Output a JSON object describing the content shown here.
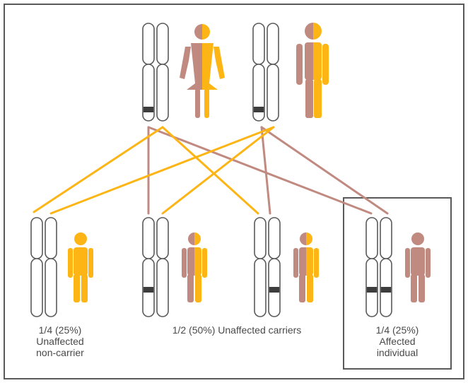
{
  "colors": {
    "unaffected": "#FDB515",
    "affected": "#C08A80",
    "chromosome_band": "#3d3d3d",
    "outline": "#5a5a5a",
    "frame": "#595959"
  },
  "parents": [
    {
      "role": "mother",
      "figure": "female",
      "fill": "half",
      "chromosome_bands": [
        "left"
      ]
    },
    {
      "role": "father",
      "figure": "male",
      "fill": "half",
      "chromosome_bands": [
        "left"
      ]
    }
  ],
  "offspring": [
    {
      "figure": "child",
      "fill": "unaffected",
      "chromosome_bands": []
    },
    {
      "figure": "child",
      "fill": "half",
      "chromosome_bands": [
        "left"
      ]
    },
    {
      "figure": "child",
      "fill": "half",
      "chromosome_bands": [
        "right"
      ]
    },
    {
      "figure": "child",
      "fill": "affected",
      "chromosome_bands": [
        "left",
        "right"
      ]
    }
  ],
  "labels": {
    "non_carrier": {
      "line1": "1/4 (25%)",
      "line2": "Unaffected",
      "line3": "non-carrier"
    },
    "carriers": {
      "line1": "1/2 (50%) Unaffected carriers"
    },
    "affected": {
      "line1": "1/4 (25%)",
      "line2": "Affected",
      "line3": "individual"
    }
  },
  "inheritance_lines": [
    {
      "from": "mother-chromosome-left",
      "to": "child-4",
      "allele": "affected"
    },
    {
      "from": "mother-chromosome-left",
      "to": "child-2",
      "allele": "affected"
    },
    {
      "from": "mother-chromosome-right",
      "to": "child-1",
      "allele": "unaffected"
    },
    {
      "from": "mother-chromosome-right",
      "to": "child-3",
      "allele": "unaffected"
    },
    {
      "from": "father-chromosome-left",
      "to": "child-4",
      "allele": "affected"
    },
    {
      "from": "father-chromosome-left",
      "to": "child-3",
      "allele": "affected"
    },
    {
      "from": "father-chromosome-right",
      "to": "child-1",
      "allele": "unaffected"
    },
    {
      "from": "father-chromosome-right",
      "to": "child-2",
      "allele": "unaffected"
    }
  ]
}
